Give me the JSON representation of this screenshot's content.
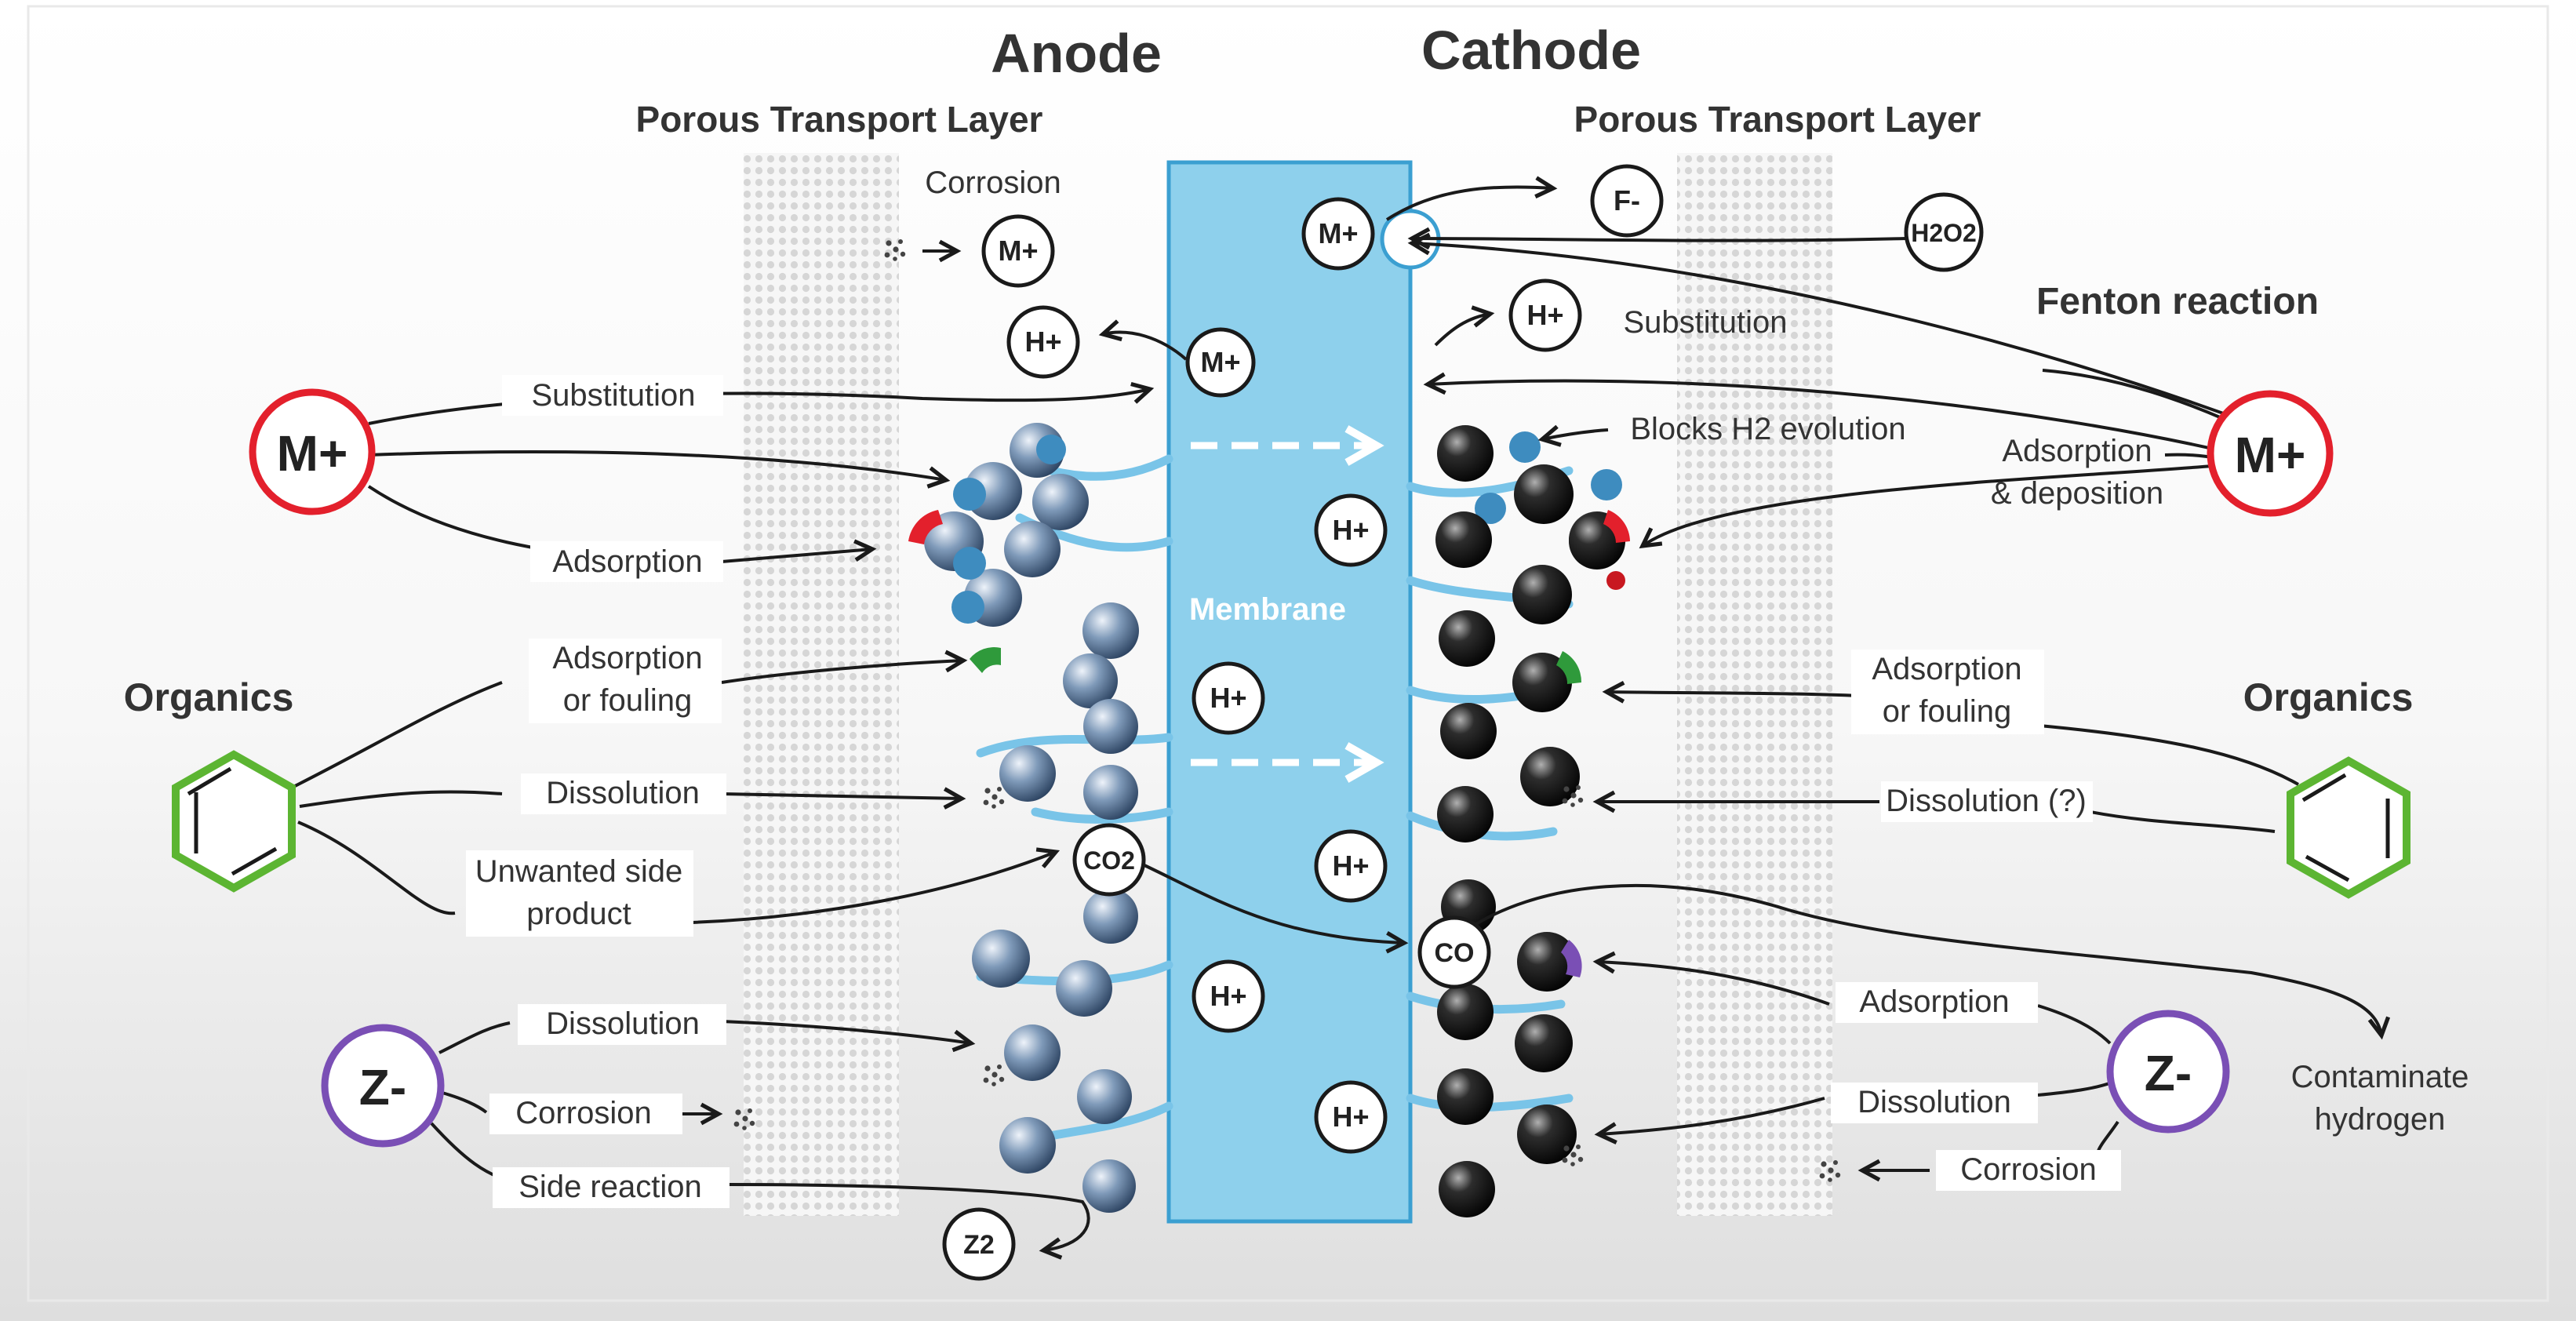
{
  "headings": {
    "anode": "Anode",
    "cathode": "Cathode",
    "anode_ptl": "Porous Transport Layer",
    "cathode_ptl": "Porous Transport Layer",
    "membrane": "Membrane",
    "fenton": "Fenton reaction",
    "organics_left": "Organics",
    "organics_right": "Organics"
  },
  "ions": {
    "m_plus": "M+",
    "h_plus": "H+",
    "f_minus": "F-",
    "h2o2": "H2O2",
    "co2": "CO2",
    "co": "CO",
    "z_minus": "Z-",
    "z2": "Z2"
  },
  "labels": {
    "corrosion_top": "Corrosion",
    "substitution_left": "Substitution",
    "adsorption_left": "Adsorption",
    "adsorption_fouling_left": [
      "Adsorption",
      "or fouling"
    ],
    "dissolution_left": "Dissolution",
    "unwanted_side_product": [
      "Unwanted side",
      "product"
    ],
    "dissolution_z_left": "Dissolution",
    "corrosion_z_left": "Corrosion",
    "side_reaction": "Side reaction",
    "substitution_right": "Substitution",
    "blocks_h2": "Blocks H2 evolution",
    "adsorption_deposition": [
      "Adsorption",
      "& deposition"
    ],
    "adsorption_fouling_right": [
      "Adsorption",
      "or fouling"
    ],
    "dissolution_q": "Dissolution (?)",
    "adsorption_right": "Adsorption",
    "dissolution_right": "Dissolution",
    "corrosion_right": "Corrosion",
    "contaminate_hydrogen": [
      "Contaminate",
      "hydrogen"
    ]
  },
  "colors": {
    "membrane": "#8ed0ec",
    "membrane_border": "#3b9fd1",
    "ionomer": "#79c4e8",
    "metal_ion": "#e3202c",
    "organics": "#5cb532",
    "anion": "#7a4fb5",
    "anode_particle": "#5d7a9e",
    "cathode_particle": "#1c1c1c"
  }
}
